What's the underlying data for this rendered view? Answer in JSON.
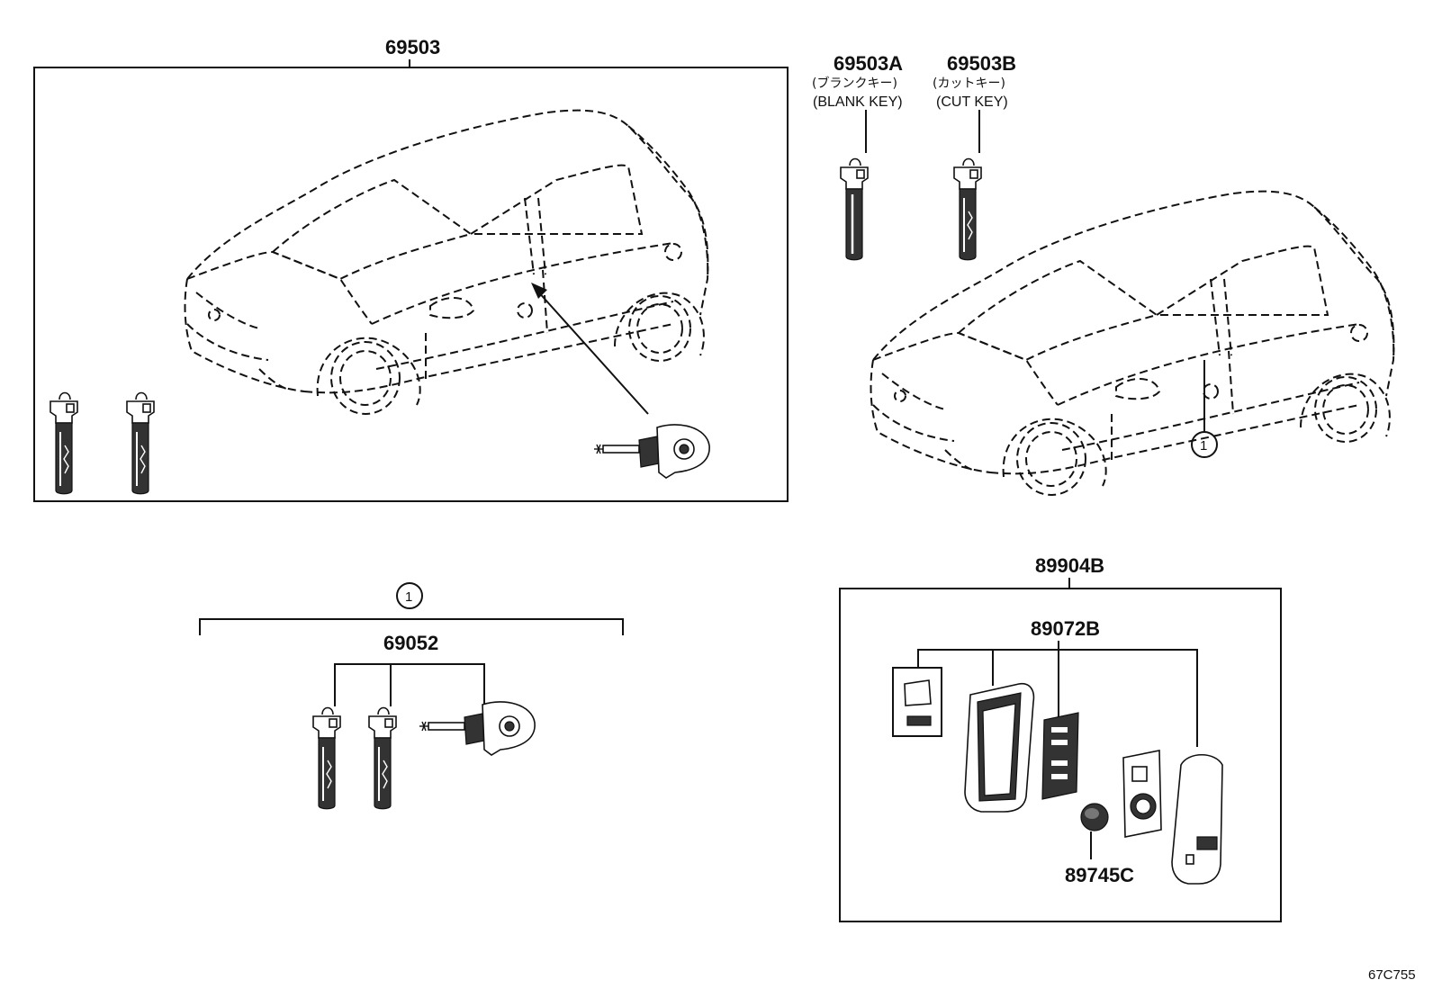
{
  "labels": {
    "assembly_main": "69503",
    "blank_key_part": "69503A",
    "blank_key_jp": "(ブランクキー)",
    "blank_key_en": "(BLANK KEY)",
    "cut_key_part": "69503B",
    "cut_key_jp": "(カットキー)",
    "cut_key_en": "(CUT KEY)",
    "ref_one": "1",
    "cylinder_set_part": "69052",
    "smart_key_assembly": "89904B",
    "transmitter_housing": "89072B",
    "battery": "89745C",
    "diagram_code": "67C755"
  },
  "icons": {
    "car": "car-outline-icon",
    "key": "key-blade-icon",
    "lock_cylinder": "lock-cylinder-icon",
    "key_fob": "smart-key-fob-icon",
    "battery": "coin-battery-icon"
  }
}
